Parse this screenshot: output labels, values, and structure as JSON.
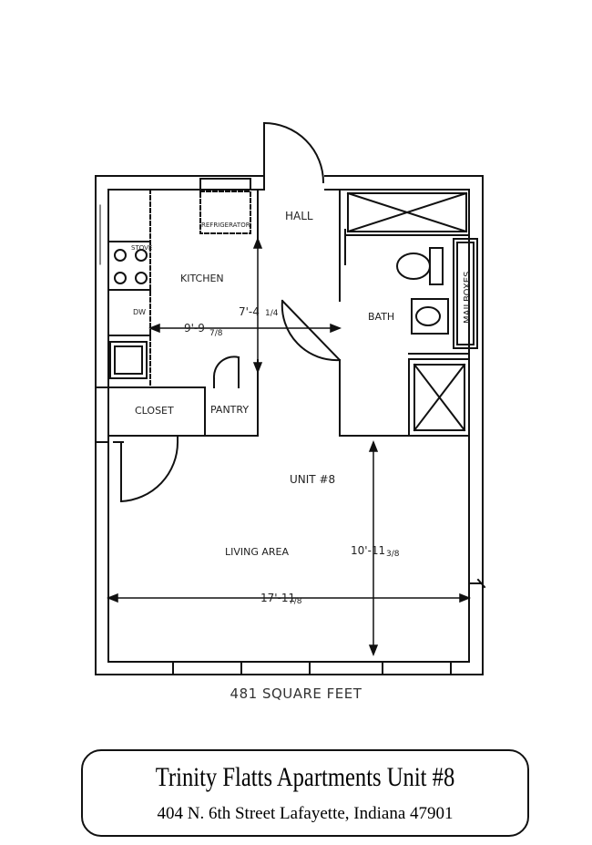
{
  "rooms": {
    "hall": "HALL",
    "kitchen": "KITCHEN",
    "bath": "BATH",
    "closet": "CLOSET",
    "pantry": "PANTRY",
    "unit": "UNIT #8",
    "living": "LIVING AREA",
    "mailboxes": "MAILBOXES"
  },
  "fixtures": {
    "refrigerator": "REFRIGERATOR",
    "stove": "STOVE",
    "dishwasher": "DW"
  },
  "dimensions": {
    "hall_width": "7'-4",
    "hall_width_frac": "1/4",
    "kitchen_width": "9'-9",
    "kitchen_width_frac": "7/8",
    "living_width": "17'-11",
    "living_width_frac": "7/8",
    "living_height": "10'-11",
    "living_height_frac": "3/8"
  },
  "area": "481 SQUARE FEET",
  "title": "Trinity Flatts Apartments Unit #8",
  "address": "404 N. 6th Street Lafayette, Indiana 47901"
}
